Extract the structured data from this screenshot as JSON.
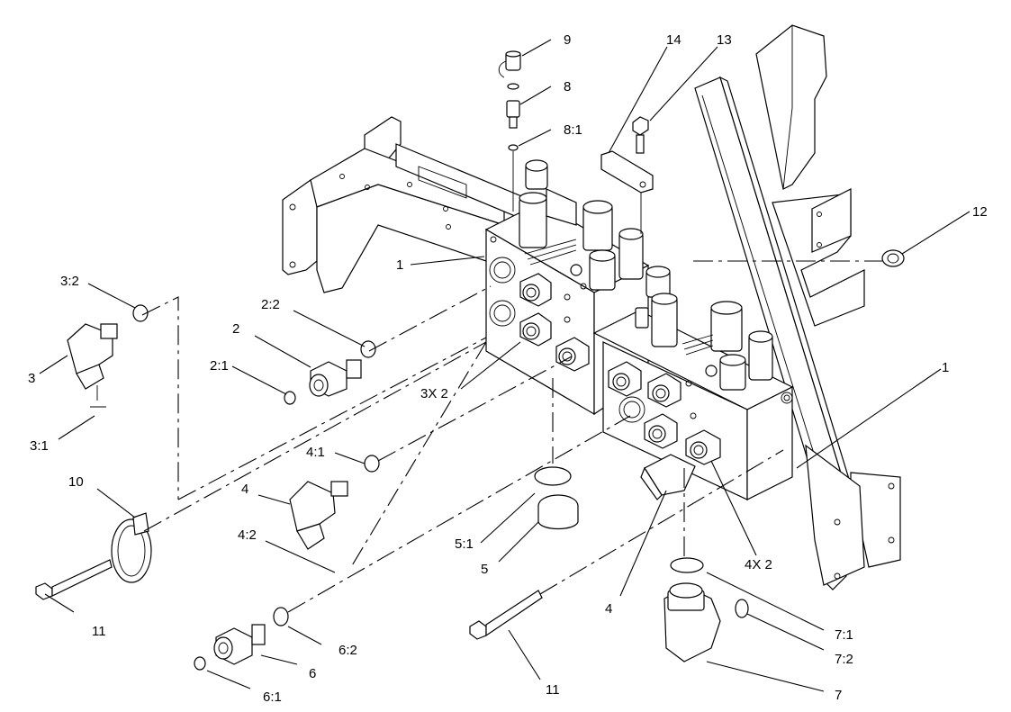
{
  "callouts": {
    "c9": "9",
    "c8": "8",
    "c8_1": "8:1",
    "c14": "14",
    "c13": "13",
    "c12": "12",
    "c1_left": "1",
    "c1_right": "1",
    "c2_2": "2:2",
    "c2": "2",
    "c2_1": "2:1",
    "c3_2": "3:2",
    "c3": "3",
    "c3_1": "3:1",
    "c3x2": "3X 2",
    "c4_1": "4:1",
    "c4_left": "4",
    "c4_2": "4:2",
    "c10": "10",
    "c11_left": "11",
    "c5_1": "5:1",
    "c5": "5",
    "c4x2": "4X 2",
    "c4_center": "4",
    "c6_2": "6:2",
    "c6": "6",
    "c6_1": "6:1",
    "c11_center": "11",
    "c7_1": "7:1",
    "c7_2": "7:2",
    "c7": "7"
  }
}
